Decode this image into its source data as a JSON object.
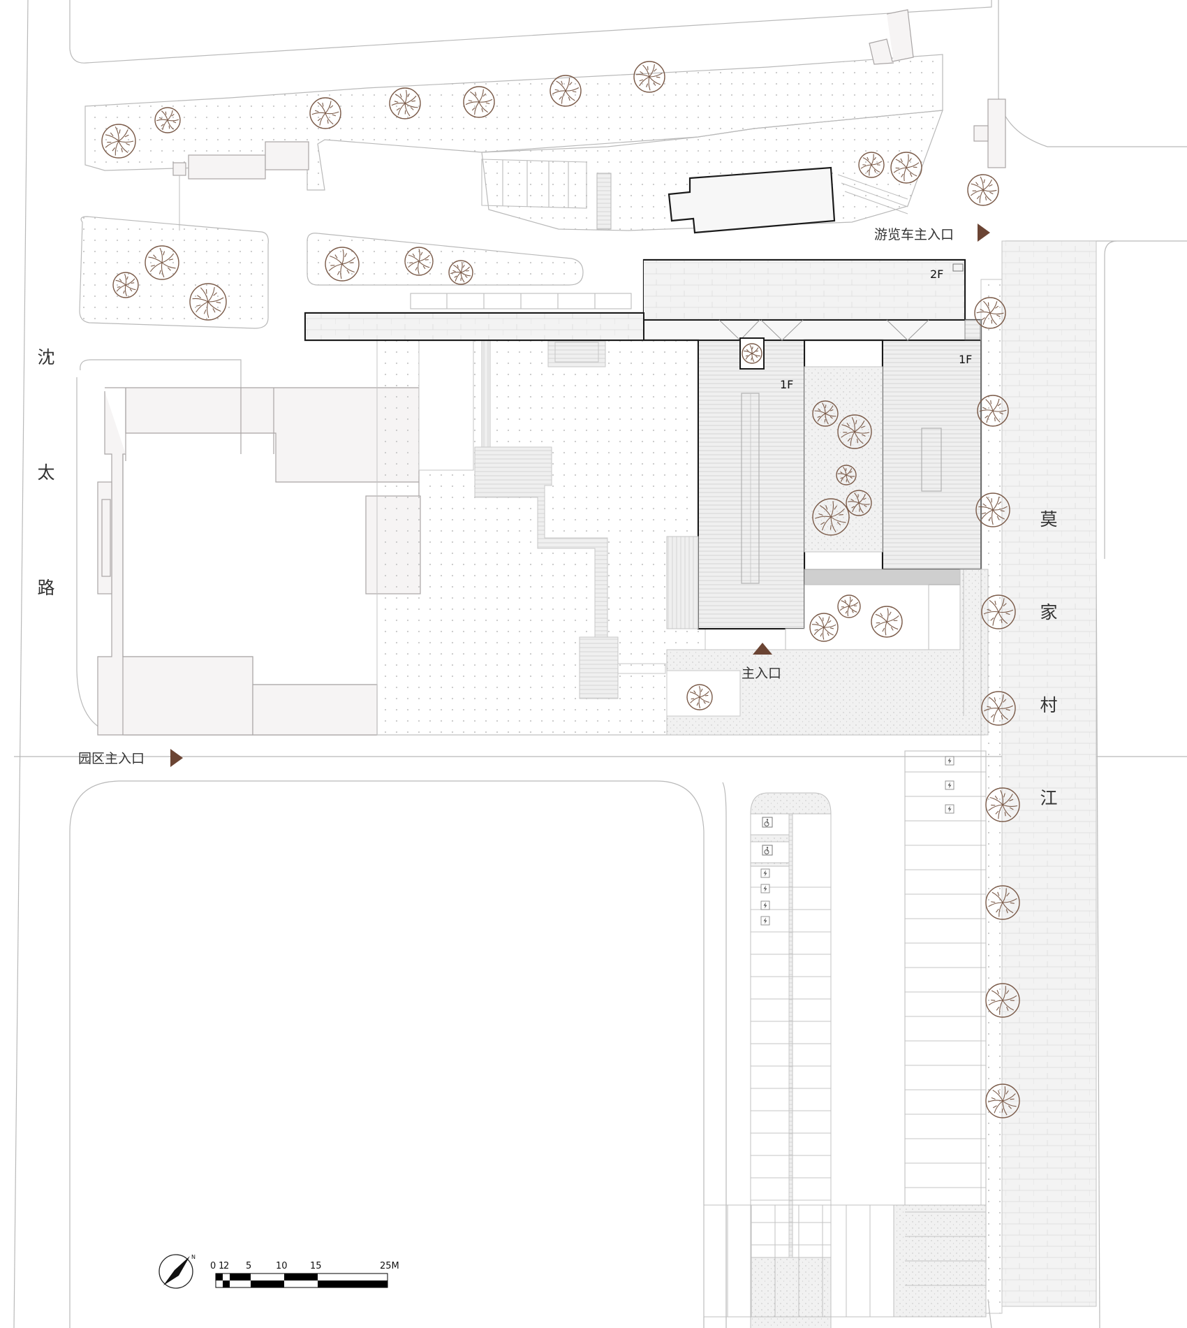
{
  "roads": {
    "west": "沈太路",
    "east": "莫家村江"
  },
  "entrances": {
    "park_main": "园区主入口",
    "tour_bus_main": "游览车主入口",
    "main": "主入口"
  },
  "floors": {
    "upper_right": "2F",
    "east_wing": "1F",
    "center_wing": "1F"
  },
  "scale_bar": {
    "ticks": [
      "0",
      "1",
      "2",
      "5",
      "10",
      "15",
      "25M"
    ]
  },
  "colors": {
    "accent": "#6b4433",
    "tree": "#7a5a48",
    "building_fill": "#f6f4f4",
    "outline": "#1a1a1a",
    "line_grey": "#b9b9b9"
  },
  "icons": {
    "entrance_arrow": "triangle-right-icon",
    "main_entrance_arrow": "triangle-up-icon",
    "north_arrow": "compass-needle-icon",
    "tree": "tree-canopy-icon",
    "ev_charging": "lightning-icon",
    "accessible_parking": "wheelchair-icon"
  }
}
